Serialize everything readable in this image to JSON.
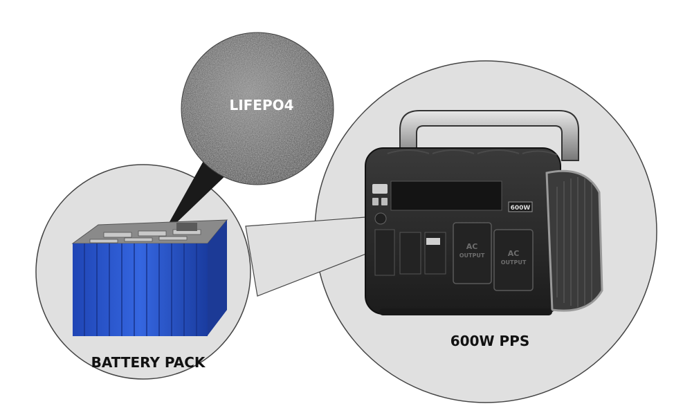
{
  "labels": {
    "material": "LIFEPO4",
    "battery_pack": "BATTERY PACK",
    "power_station": "600W PPS"
  },
  "device_text": {
    "rating": "600W",
    "ac_port_left_line1": "AC",
    "ac_port_left_line2": "OUTPUT",
    "ac_port_right_line1": "AC",
    "ac_port_right_line2": "OUTPUT"
  },
  "colors": {
    "circle_fill": "#e0e0e0",
    "circle_stroke": "#444444",
    "callout_dark": "#1a1a1a",
    "cell_blue": "#2350c8",
    "device_body": "#2b2b2b",
    "label_text": "#111111",
    "material_label": "#ffffff"
  }
}
